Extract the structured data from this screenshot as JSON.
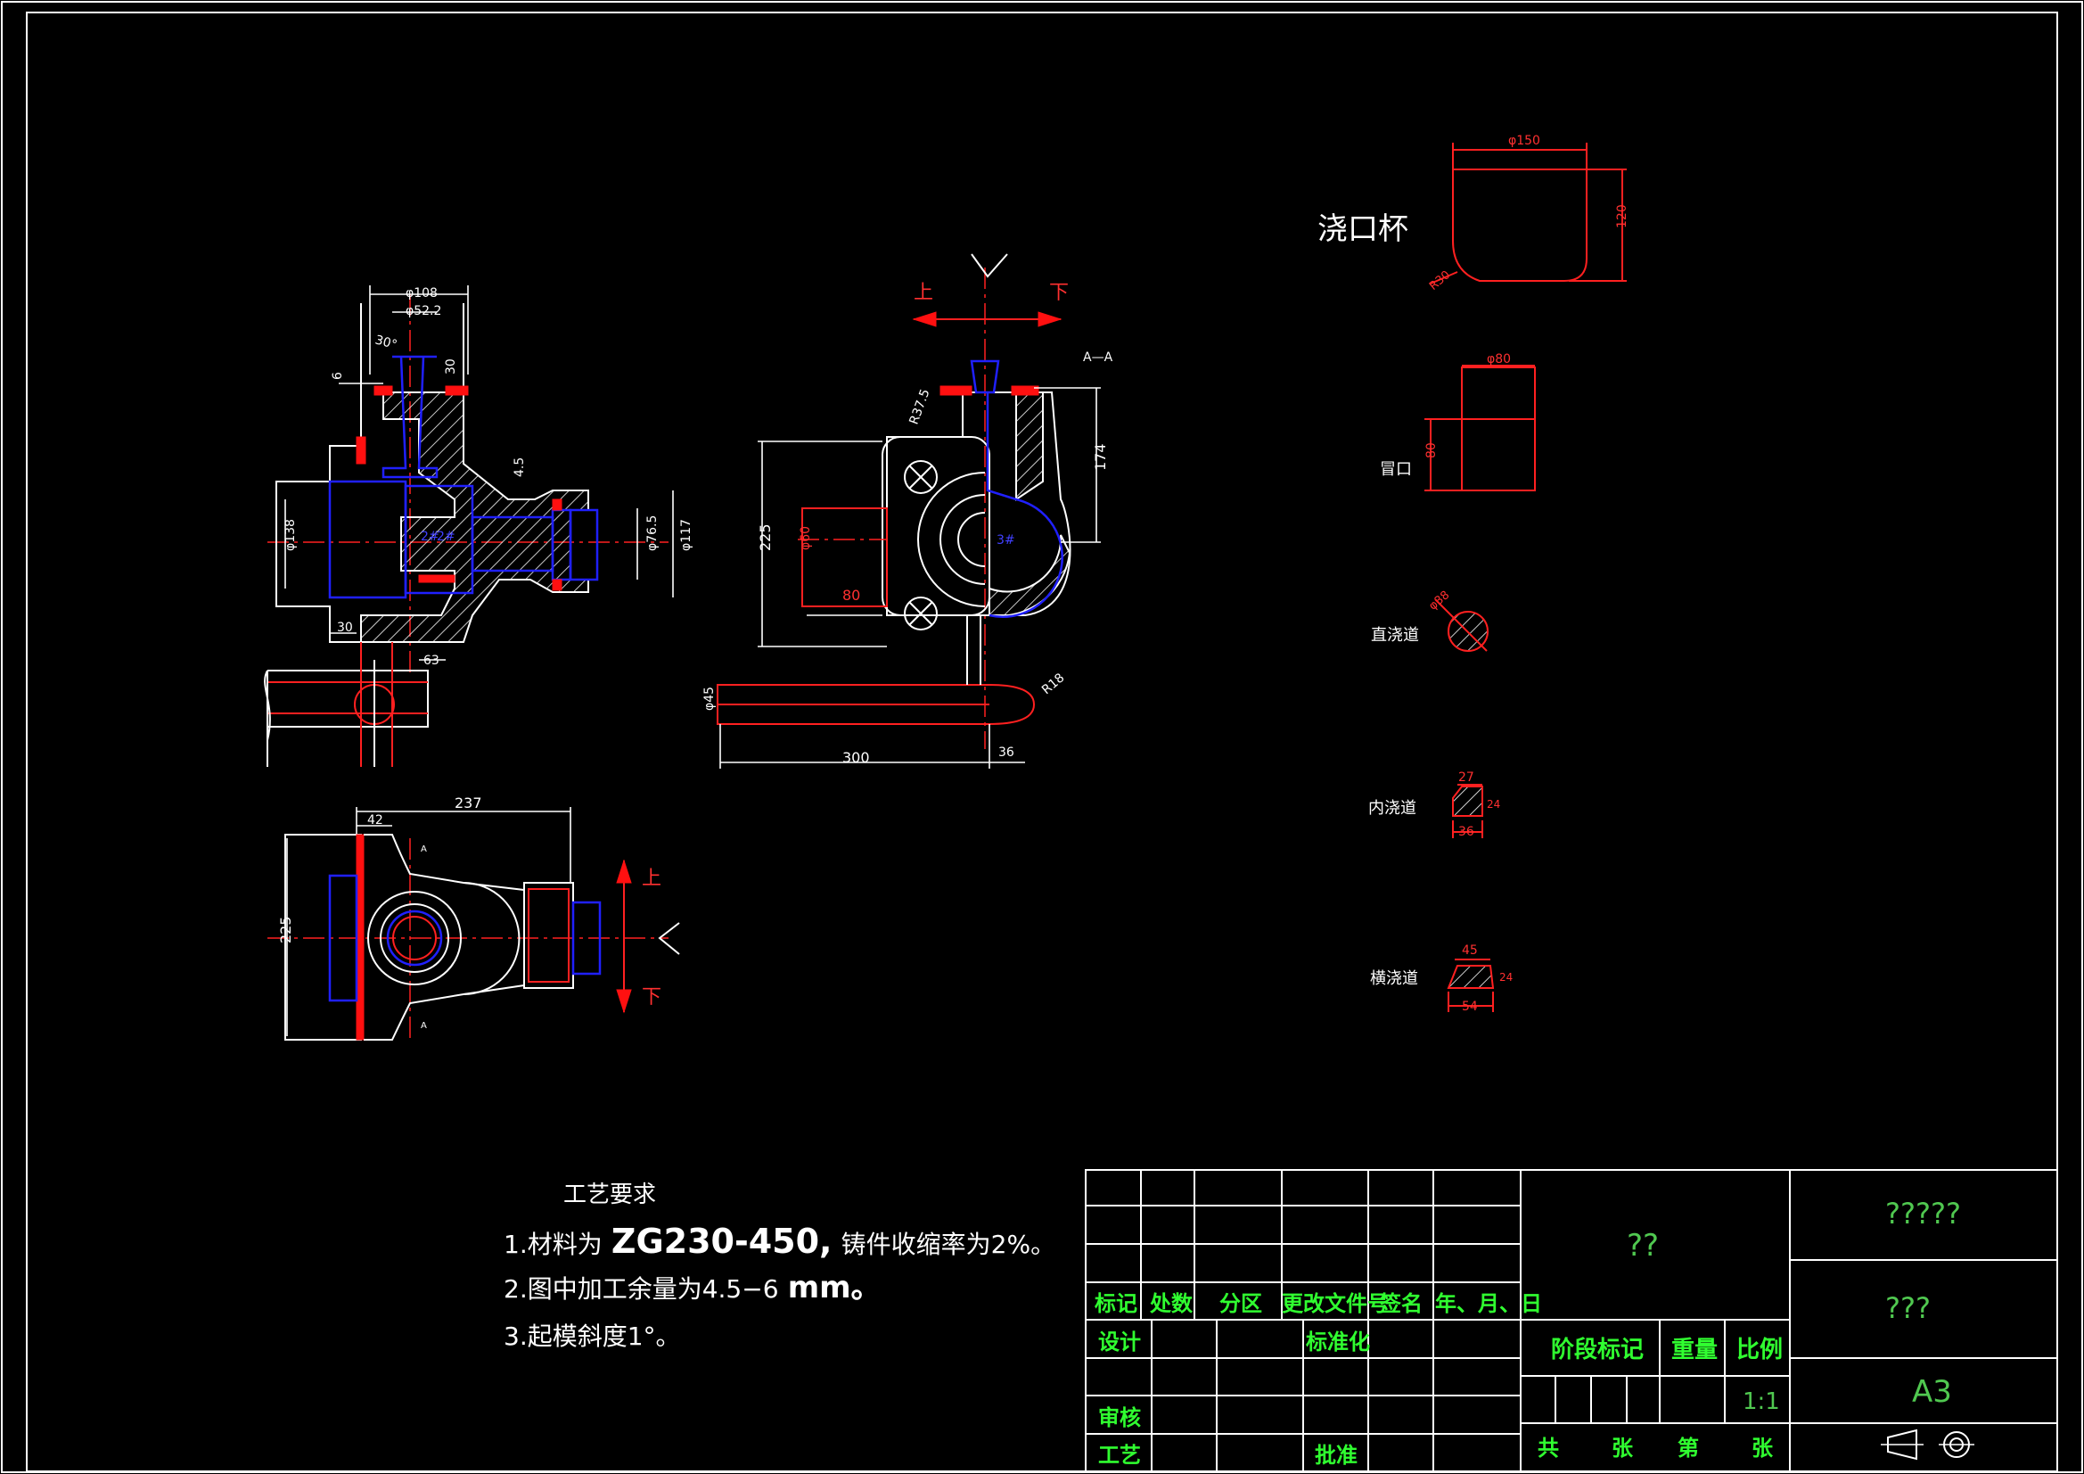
{
  "labels": {
    "gate_cup_title": "浇口杯",
    "riser_label": "冒口",
    "sprue_label": "直浇道",
    "ingate_label": "内浇道",
    "runner_label": "横浇道",
    "section_aa": "A—A",
    "up": "上",
    "down": "下",
    "section_mark": "A"
  },
  "dims": {
    "d108": "φ108",
    "d52_2": "φ52.2",
    "ang30": "30°",
    "d30_top": "30",
    "d6": "6",
    "d4_5": "4.5",
    "d138": "φ138",
    "d76_5": "φ76.5",
    "d117": "φ117",
    "d30_bot": "30",
    "d63": "63",
    "r37_5": "R37.5",
    "d225_front": "225",
    "d174": "174",
    "d60": "φ60",
    "d80": "80",
    "d45": "φ45",
    "r18": "R18",
    "d300": "300",
    "d36": "36",
    "d237": "237",
    "d42": "42",
    "d225_top": "225",
    "cup_d150": "φ150",
    "cup_120": "120",
    "cup_r30": "R30",
    "riser_d80": "φ80",
    "riser_80": "80",
    "sprue_d38": "φ38",
    "ingate_27": "27",
    "ingate_24": "24",
    "ingate_36": "36",
    "runner_45": "45",
    "runner_24": "24",
    "runner_54": "54"
  },
  "notes": {
    "title": "工艺要求",
    "line1_a": "1.材料为",
    "line1_b": "ZG230-450,",
    "line1_c": "铸件收缩率为2%。",
    "line2_a": "2.图中加工余量为4.5−6",
    "line2_b": "mm。",
    "line3": "3.起模斜度1°。"
  },
  "title_block": {
    "col_mark": "标记",
    "col_count": "处数",
    "col_zone": "分区",
    "col_doc": "更改文件号",
    "col_sign": "签名",
    "col_date": "年、月、日",
    "design": "设计",
    "standard": "标准化",
    "review": "审核",
    "craft": "工艺",
    "approve": "批准",
    "stage": "阶段标记",
    "weight": "重量",
    "scale": "比例",
    "scale_val": "1:1",
    "total": "共",
    "sheets": "张",
    "nth": "第",
    "sheet": "张",
    "material": "??",
    "company": "?????",
    "drawing_name": "???",
    "size": "A3"
  }
}
